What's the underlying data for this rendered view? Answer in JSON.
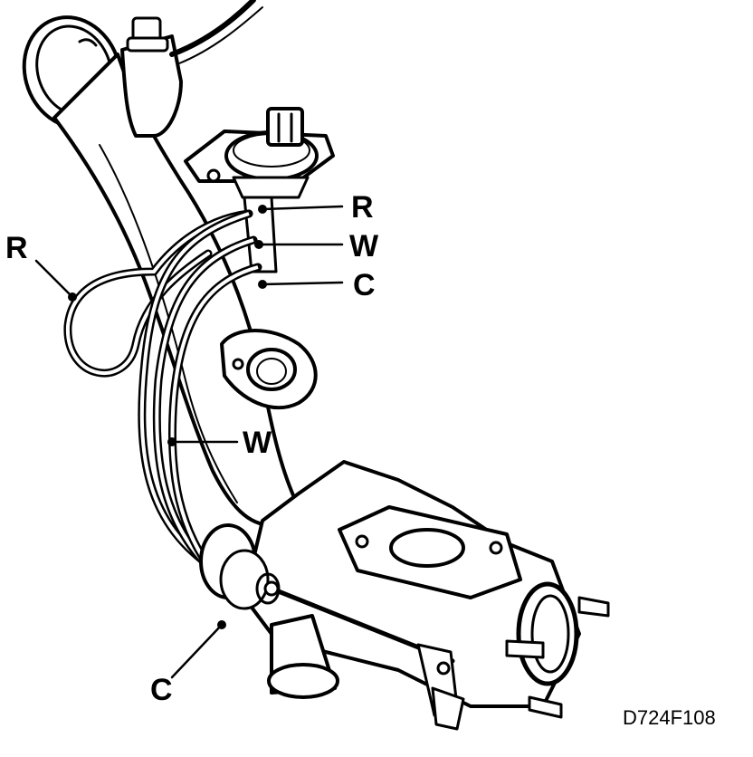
{
  "figure_code": "D724F108",
  "callouts": {
    "r_top": "R",
    "w_top": "W",
    "c_top": "C",
    "r_left": "R",
    "w_mid": "W",
    "c_bottom": "C"
  },
  "colors": {
    "ink": "#000000",
    "paper": "#ffffff"
  }
}
